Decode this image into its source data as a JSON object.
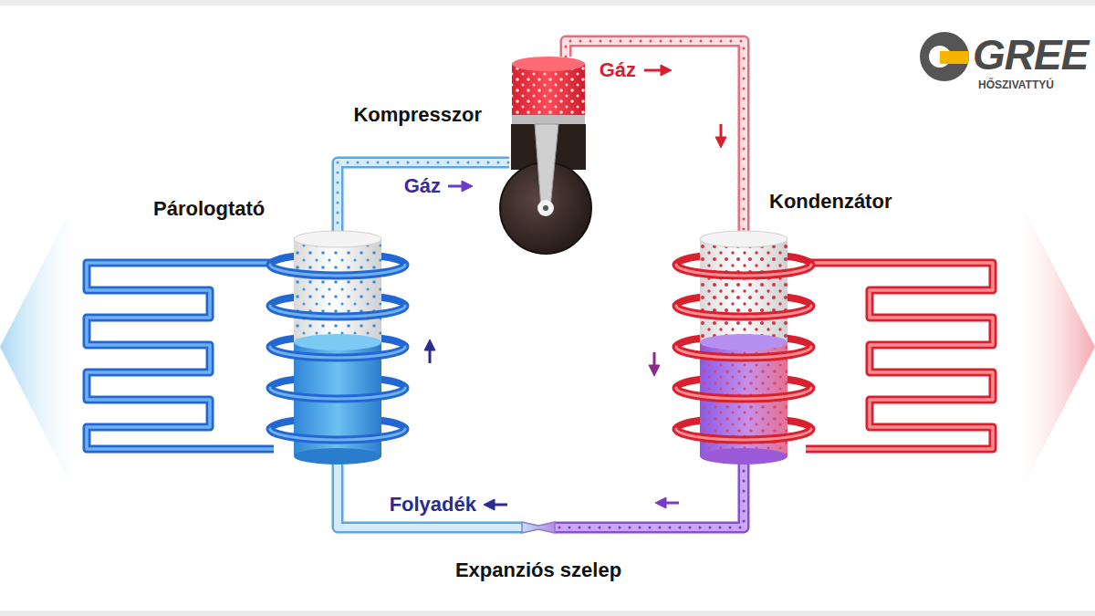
{
  "diagram": {
    "nodes": [
      {
        "text": [
          "Kompresszor"
        ]
      },
      {
        "text": [
          "Párologtató"
        ]
      },
      {
        "text": [
          "Kondenzátor"
        ]
      },
      {
        "text": [
          "Expanziós szelep"
        ]
      }
    ],
    "edges": [
      {
        "from": 0,
        "to": 2,
        "label": "Gáz",
        "arrow": "none"
      },
      {
        "from": 2,
        "to": 3,
        "arrow": "none"
      },
      {
        "from": 3,
        "to": 1,
        "label": "Folyadék",
        "arrow": "none"
      },
      {
        "from": 1,
        "to": 0,
        "label": "Gáz",
        "arrow": "none"
      }
    ],
    "labels": [
      "GREE",
      "HŐSZIVATTYÚ"
    ]
  }
}
